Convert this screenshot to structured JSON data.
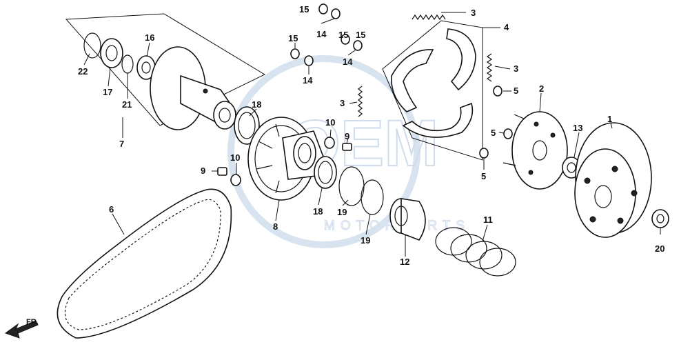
{
  "watermark": {
    "line1": "OEM",
    "line2": "MOTORPARTS",
    "color": "#cfdcec"
  },
  "direction": {
    "label": "FR."
  },
  "callouts": [
    {
      "id": "c1",
      "label": "1"
    },
    {
      "id": "c2",
      "label": "2"
    },
    {
      "id": "c3a",
      "label": "3"
    },
    {
      "id": "c3b",
      "label": "3"
    },
    {
      "id": "c3c",
      "label": "3"
    },
    {
      "id": "c4",
      "label": "4"
    },
    {
      "id": "c5a",
      "label": "5"
    },
    {
      "id": "c5b",
      "label": "5"
    },
    {
      "id": "c5c",
      "label": "5"
    },
    {
      "id": "c6",
      "label": "6"
    },
    {
      "id": "c7",
      "label": "7"
    },
    {
      "id": "c8",
      "label": "8"
    },
    {
      "id": "c9a",
      "label": "9"
    },
    {
      "id": "c9b",
      "label": "9"
    },
    {
      "id": "c10a",
      "label": "10"
    },
    {
      "id": "c10b",
      "label": "10"
    },
    {
      "id": "c11",
      "label": "11"
    },
    {
      "id": "c12",
      "label": "12"
    },
    {
      "id": "c13",
      "label": "13"
    },
    {
      "id": "c14a",
      "label": "14"
    },
    {
      "id": "c14b",
      "label": "14"
    },
    {
      "id": "c14c",
      "label": "14"
    },
    {
      "id": "c15a",
      "label": "15"
    },
    {
      "id": "c15b",
      "label": "15"
    },
    {
      "id": "c15c",
      "label": "15"
    },
    {
      "id": "c15d",
      "label": "15"
    },
    {
      "id": "c16",
      "label": "16"
    },
    {
      "id": "c17",
      "label": "17"
    },
    {
      "id": "c18a",
      "label": "18"
    },
    {
      "id": "c18b",
      "label": "18"
    },
    {
      "id": "c19a",
      "label": "19"
    },
    {
      "id": "c19b",
      "label": "19"
    },
    {
      "id": "c20",
      "label": "20"
    },
    {
      "id": "c21",
      "label": "21"
    },
    {
      "id": "c22",
      "label": "22"
    }
  ]
}
